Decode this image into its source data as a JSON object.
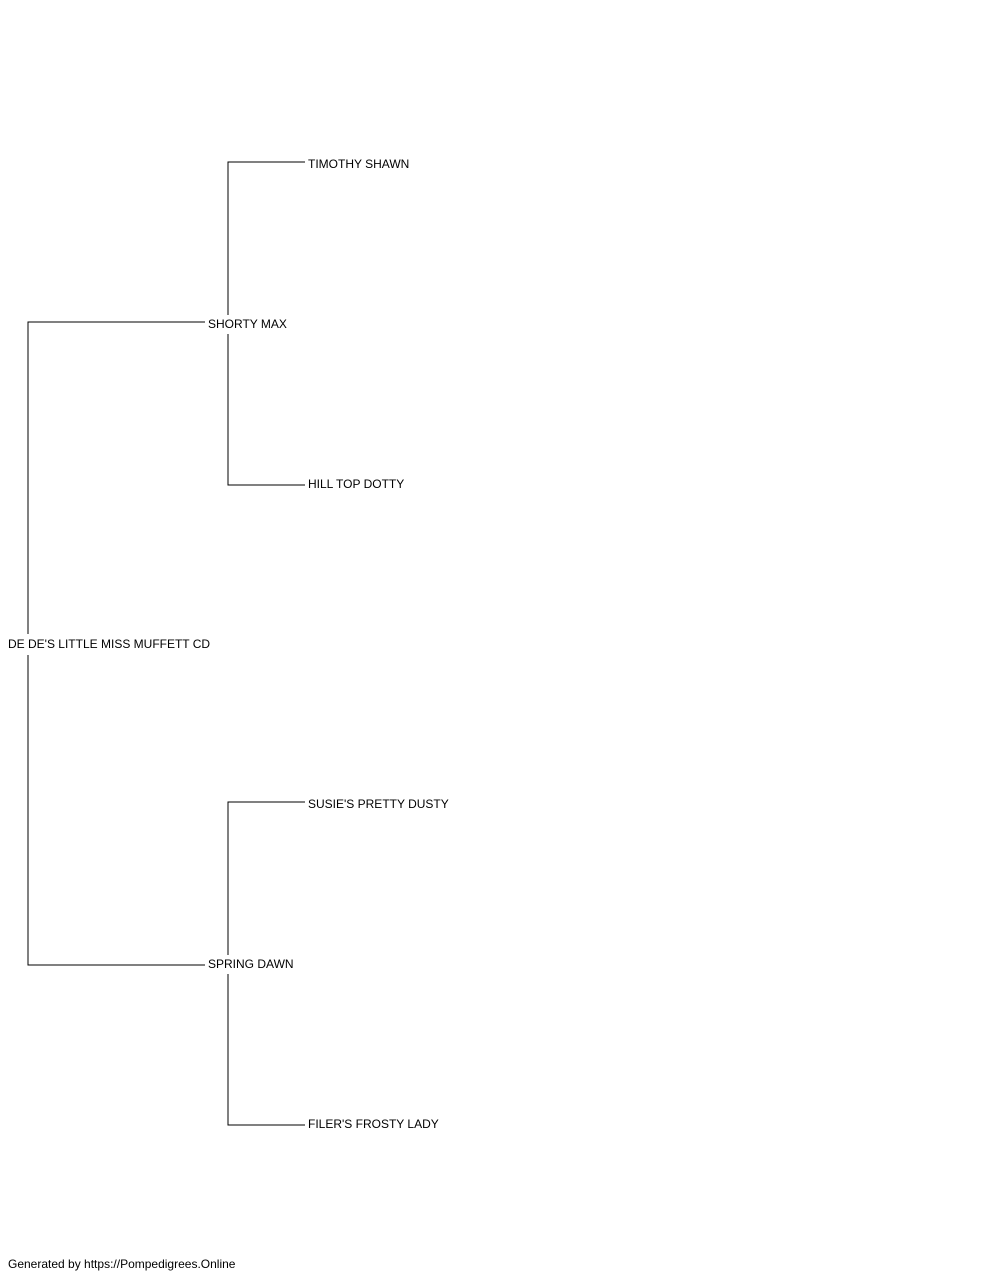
{
  "pedigree": {
    "subject": "DE DE'S LITTLE MISS MUFFETT CD",
    "sire": {
      "name": "SHORTY MAX",
      "sire": "TIMOTHY SHAWN",
      "dam": "HILL TOP DOTTY"
    },
    "dam": {
      "name": "SPRING DAWN",
      "sire": "SUSIE'S PRETTY DUSTY",
      "dam": "FILER'S FROSTY LADY"
    }
  },
  "footer": "Generated by https://Pompedigrees.Online"
}
